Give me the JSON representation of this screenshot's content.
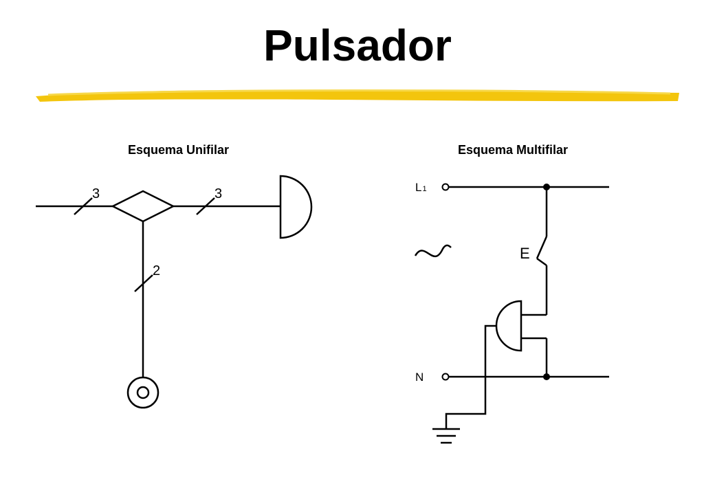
{
  "title": "Pulsador",
  "left": {
    "heading": "Esquema Unifilar",
    "labels": [
      "3",
      "3",
      "2"
    ]
  },
  "right": {
    "heading": "Esquema Multifilar",
    "label_l": "L",
    "label_l_sub": "1",
    "label_n": "N",
    "label_e": "E"
  },
  "colors": {
    "underline": "#f2c200",
    "line": "#000000"
  }
}
